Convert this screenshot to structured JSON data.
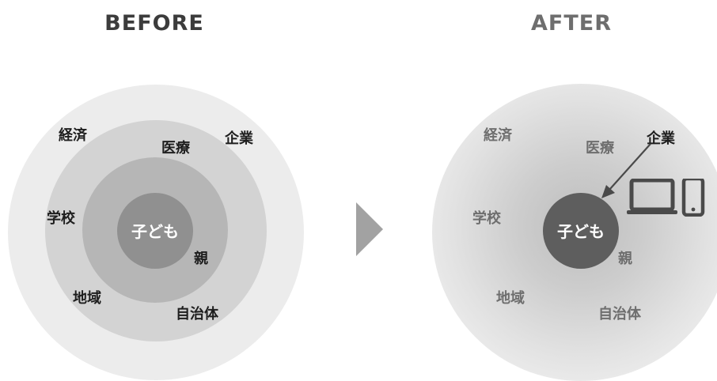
{
  "before": {
    "title": "BEFORE",
    "center": "子ども",
    "labels": {
      "economy": "経済",
      "medical": "医療",
      "company": "企業",
      "school": "学校",
      "parent": "親",
      "community": "地域",
      "municipality": "自治体"
    }
  },
  "after": {
    "title": "AFTER",
    "center": "子ども",
    "labels": {
      "economy": "経済",
      "medical": "医療",
      "company": "企業",
      "school": "学校",
      "parent": "親",
      "community": "地域",
      "municipality": "自治体"
    },
    "icons": [
      "laptop-icon",
      "smartphone-icon"
    ]
  },
  "colors": {
    "before_outer": "#ececec",
    "before_middle": "#d3d3d3",
    "before_inner": "#b6b6b6",
    "before_core": "#909090",
    "after_core": "#5e5e5e",
    "transition_arrow": "#a2a2a2"
  }
}
